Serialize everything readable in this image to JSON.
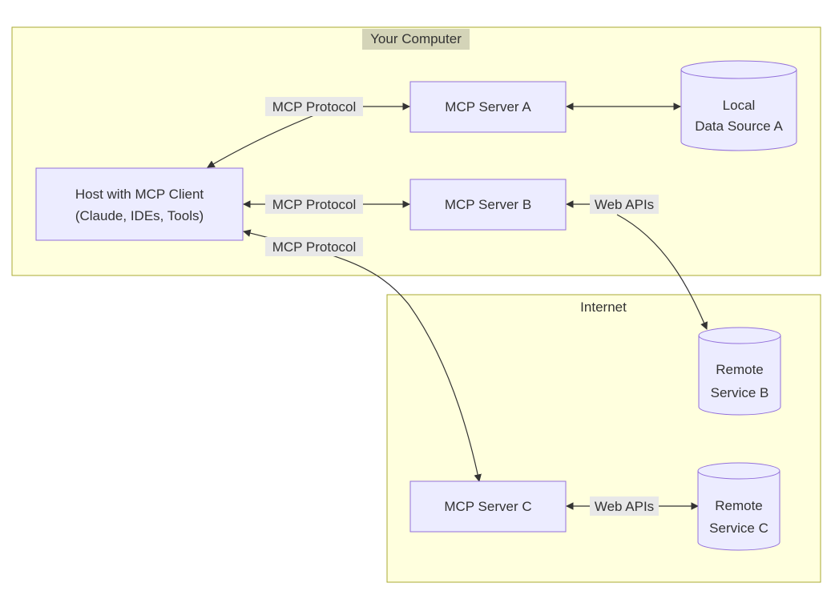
{
  "groups": [
    {
      "id": "computer",
      "label": "Your Computer",
      "fill": "#ffffde",
      "stroke": "#aaaa33"
    },
    {
      "id": "internet",
      "label": "Internet",
      "fill": "#ffffde",
      "stroke": "#aaaa33"
    }
  ],
  "nodes": [
    {
      "id": "host",
      "shape": "rect",
      "lines": [
        "Host with MCP Client",
        "(Claude, IDEs, Tools)"
      ]
    },
    {
      "id": "serverA",
      "shape": "rect",
      "lines": [
        "MCP Server A"
      ]
    },
    {
      "id": "serverB",
      "shape": "rect",
      "lines": [
        "MCP Server B"
      ]
    },
    {
      "id": "serverC",
      "shape": "rect",
      "lines": [
        "MCP Server C"
      ]
    },
    {
      "id": "localA",
      "shape": "cylinder",
      "lines": [
        "Local",
        "Data Source A"
      ]
    },
    {
      "id": "remoteB",
      "shape": "cylinder",
      "lines": [
        "Remote",
        "Service B"
      ]
    },
    {
      "id": "remoteC",
      "shape": "cylinder",
      "lines": [
        "Remote",
        "Service C"
      ]
    }
  ],
  "edges": [
    {
      "id": "host-serverA",
      "label": "MCP Protocol"
    },
    {
      "id": "host-serverB",
      "label": "MCP Protocol"
    },
    {
      "id": "host-serverC",
      "label": "MCP Protocol"
    },
    {
      "id": "serverA-localA",
      "label": ""
    },
    {
      "id": "serverB-remoteB",
      "label": "Web APIs"
    },
    {
      "id": "serverC-remoteC",
      "label": "Web APIs"
    }
  ],
  "colors": {
    "node_fill": "#ececff",
    "node_stroke": "#9370db",
    "edge": "#333333",
    "edge_label_bg": "#e8e8e8",
    "group_label_bg": "#d4d4b8"
  }
}
